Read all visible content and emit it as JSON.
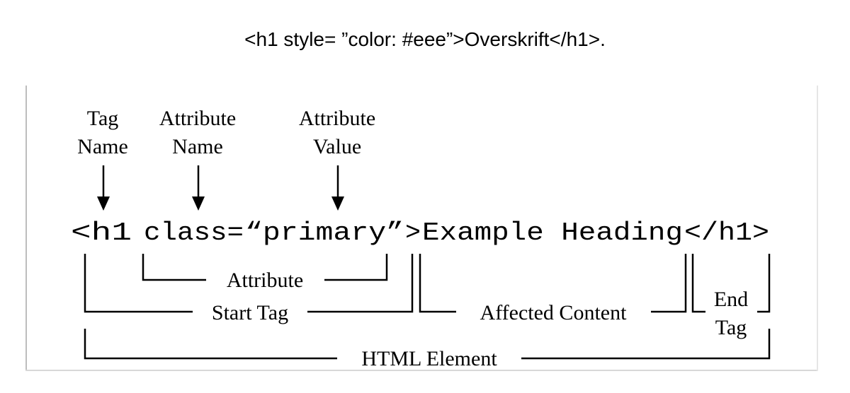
{
  "caption": "<h1 style= ”color: #eee”>Overskrift</h1>.",
  "figure": {
    "top_labels": {
      "tag_name": [
        "Tag",
        "Name"
      ],
      "attribute_name": [
        "Attribute",
        "Name"
      ],
      "attribute_value": [
        "Attribute",
        "Value"
      ]
    },
    "code": {
      "open_tag": "<h1",
      "attr_name": "class=",
      "attr_value": "“primary”",
      "close_bracket": ">",
      "content": "Example Heading",
      "end_tag": "</h1>"
    },
    "bracket_labels": {
      "attribute": "Attribute",
      "start_tag": "Start Tag",
      "affected_content": "Affected Content",
      "end_tag": [
        "End",
        "Tag"
      ],
      "html_element": "HTML Element"
    }
  }
}
